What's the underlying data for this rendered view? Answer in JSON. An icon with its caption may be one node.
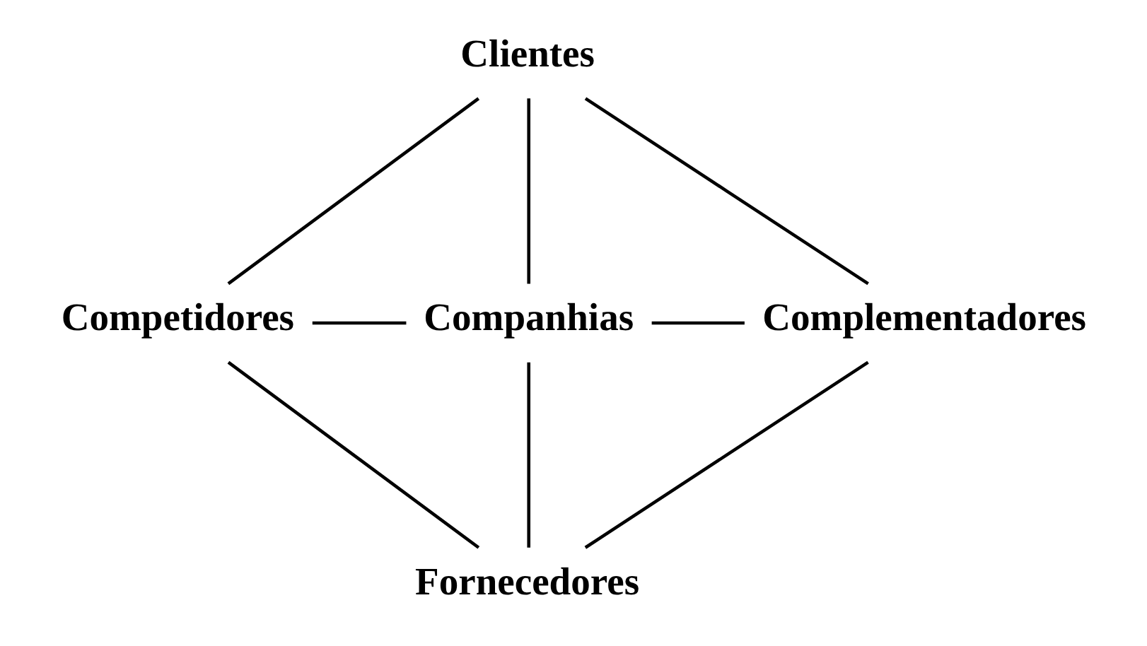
{
  "diagram": {
    "nodes": [
      {
        "text": [
          "Clientes"
        ]
      },
      {
        "text": [
          "Competidores"
        ]
      },
      {
        "text": [
          "Companhias"
        ]
      },
      {
        "text": [
          "Complementadores"
        ]
      },
      {
        "text": [
          "Fornecedores"
        ]
      }
    ],
    "edges": [
      {
        "from": 0,
        "to": 1,
        "arrow": "none"
      },
      {
        "from": 0,
        "to": 2,
        "arrow": "none"
      },
      {
        "from": 0,
        "to": 3,
        "arrow": "none"
      },
      {
        "from": 1,
        "to": 2,
        "arrow": "none"
      },
      {
        "from": 2,
        "to": 3,
        "arrow": "none"
      },
      {
        "from": 1,
        "to": 4,
        "arrow": "none"
      },
      {
        "from": 2,
        "to": 4,
        "arrow": "none"
      },
      {
        "from": 3,
        "to": 4,
        "arrow": "none"
      }
    ]
  }
}
